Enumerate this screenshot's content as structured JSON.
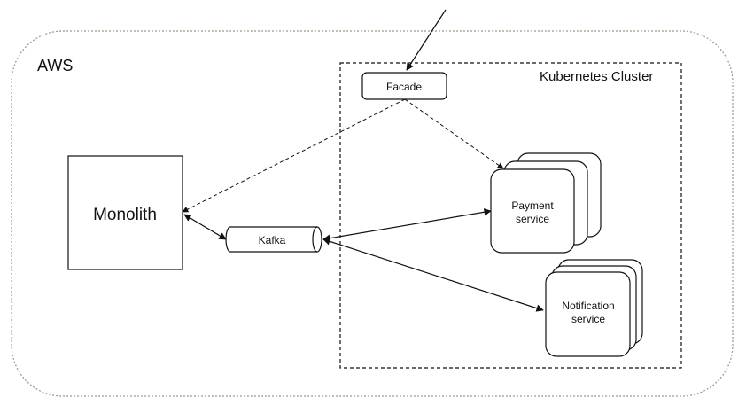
{
  "cloud": {
    "label": "AWS"
  },
  "cluster": {
    "label": "Kubernetes Cluster"
  },
  "nodes": {
    "facade": {
      "label": "Facade"
    },
    "monolith": {
      "label": "Monolith"
    },
    "kafka": {
      "label": "Kafka"
    },
    "payment": {
      "line1": "Payment",
      "line2": "service"
    },
    "notification": {
      "line1": "Notification",
      "line2": "service"
    }
  },
  "colors": {
    "stroke": "#111111",
    "cloud_border": "#9a9a82",
    "background": "#ffffff"
  }
}
